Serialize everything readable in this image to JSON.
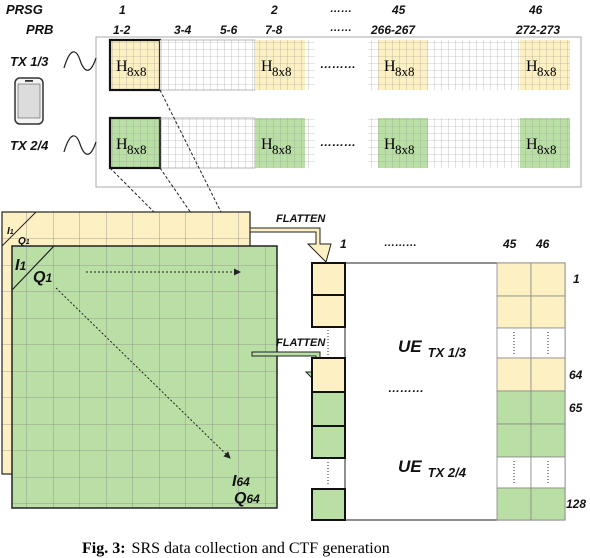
{
  "labels": {
    "prsg": "PRSG",
    "prb": "PRB",
    "prsg_1": "1",
    "prsg_2": "2",
    "prsg_dots": "……",
    "prsg_45": "45",
    "prsg_46": "46",
    "prb_12": "1-2",
    "prb_34": "3-4",
    "prb_56": "5-6",
    "prb_78": "7-8",
    "prb_dots": "……",
    "prb_266": "266-267",
    "prb_272": "272-273",
    "tx13": "TX 1/3",
    "tx24": "TX 2/4",
    "h": "H",
    "h_sub": "8x8",
    "row_dots": "………",
    "flatten1": "FLATTEN",
    "flatten2": "FLATTEN",
    "col_1": "1",
    "col_dots": "………",
    "col_45": "45",
    "col_46": "46",
    "row_1": "1",
    "row_64": "64",
    "row_65": "65",
    "row_128": "128",
    "ue": "UE",
    "ue13_sub": "TX 1/3",
    "ue24_sub": "TX 2/4",
    "mid_dots": "………",
    "i1": "I",
    "i1_sub": "1",
    "q1": "Q",
    "q1_sub": "1",
    "back_i1": "I",
    "back_i1_sub": "1",
    "back_q1": "Q",
    "back_q1_sub": "1",
    "i64": "I",
    "i64_sub": "64",
    "q64": "Q",
    "q64_sub": "64"
  },
  "caption": {
    "fig": "Fig. 3:",
    "text": "SRS data collection and CTF generation"
  },
  "colors": {
    "yellow": "#fdf0c2",
    "green": "#b9dfa5",
    "grid": "#8a8a8a",
    "line": "#222222"
  }
}
